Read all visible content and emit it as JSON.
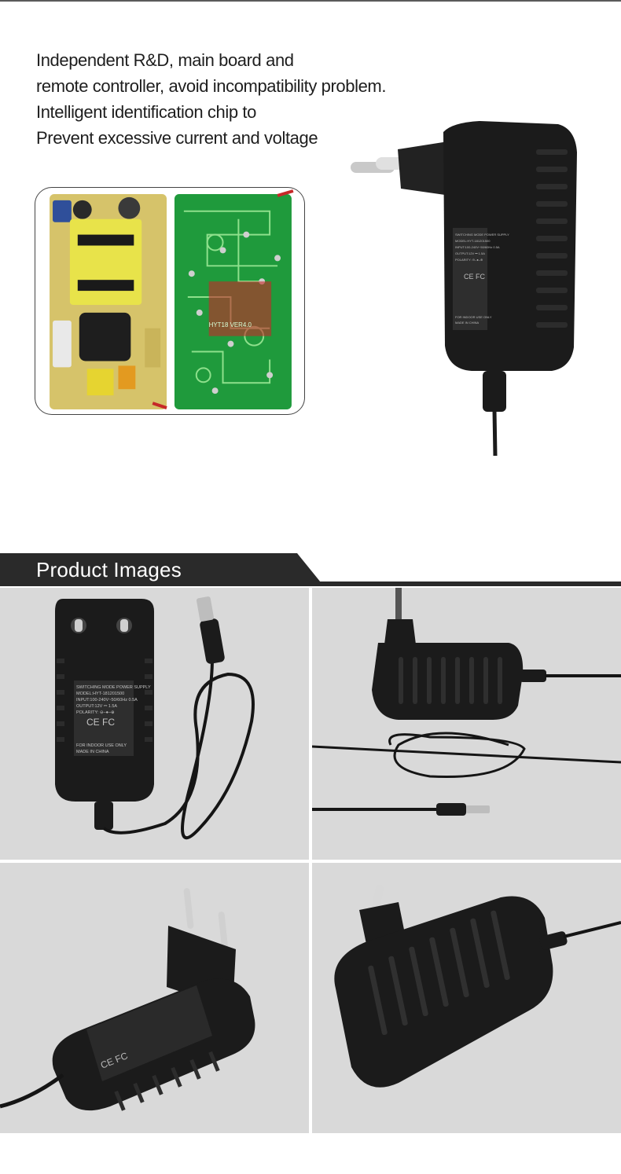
{
  "intro": {
    "lines": [
      "Independent R&D, main board and",
      "remote controller, avoid incompatibility problem.",
      "Intelligent identification chip to",
      "Prevent excessive current and voltage"
    ]
  },
  "pcb_label": {
    "model": "HYT18  VER4.0"
  },
  "adapter_label": {
    "line1": "SWITCHING MODE POWER SUPPLY",
    "line2": "MODEL:HYT-181201500",
    "line3": "INPUT:100-240V~50/60Hz 0.5A",
    "line4": "OUTPUT:12V ⎓ 1.5A",
    "line5": "POLARITY: ⊖–●–⊕",
    "marks": "CE FC",
    "line6": "FOR INDOOR USE ONLY",
    "line7": "MADE IN CHINA"
  },
  "section": {
    "title": "Product Images"
  },
  "colors": {
    "section_bar": "#2a2a2a",
    "panel_bg": "#d9d9d9",
    "adapter_body": "#1b1b1b",
    "pcb_green": "#1f9a3c",
    "pcb_yellow": "#d9c46a"
  }
}
